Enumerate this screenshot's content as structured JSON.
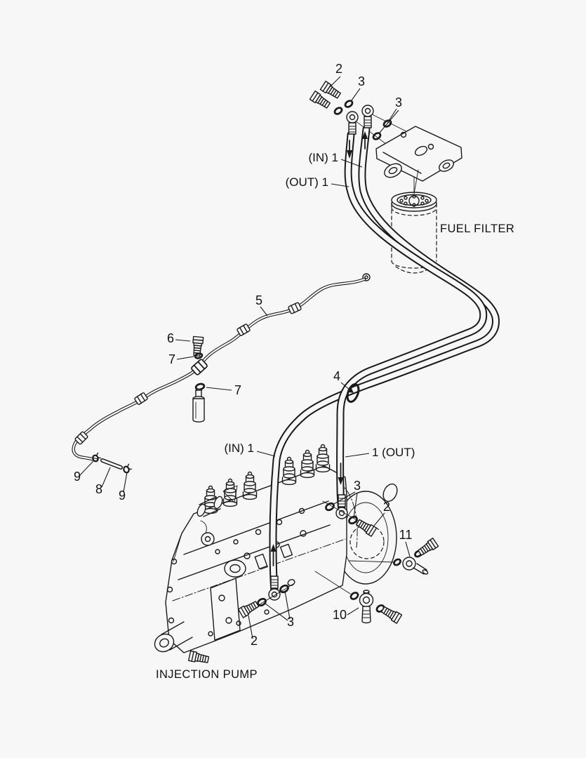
{
  "colors": {
    "background": "#f7f7f7",
    "line": "#1a1a1a"
  },
  "labels": {
    "fuel_filter": "FUEL FILTER",
    "injection_pump": "INJECTION PUMP",
    "filter_in": "(IN) 1",
    "filter_out": "(OUT) 1",
    "pump_in": "(IN) 1",
    "pump_out": "1 (OUT)"
  },
  "callouts": {
    "top_banjo_bolt": "2",
    "top_washer": "3",
    "bracket_washers": "3",
    "hose_clamp": "4",
    "leakoff_line": "5",
    "joint_bolt": "6",
    "joint_washer_upper": "7",
    "joint_washer_lower": "7",
    "clip_left": "9",
    "connector_hose": "8",
    "clip_right": "9",
    "rear_washers": "3",
    "rear_banjo_bolt": "2",
    "elbow_fitting": "11",
    "overflow_fitting": "10",
    "front_washers": "3",
    "front_banjo_bolt": "2"
  }
}
